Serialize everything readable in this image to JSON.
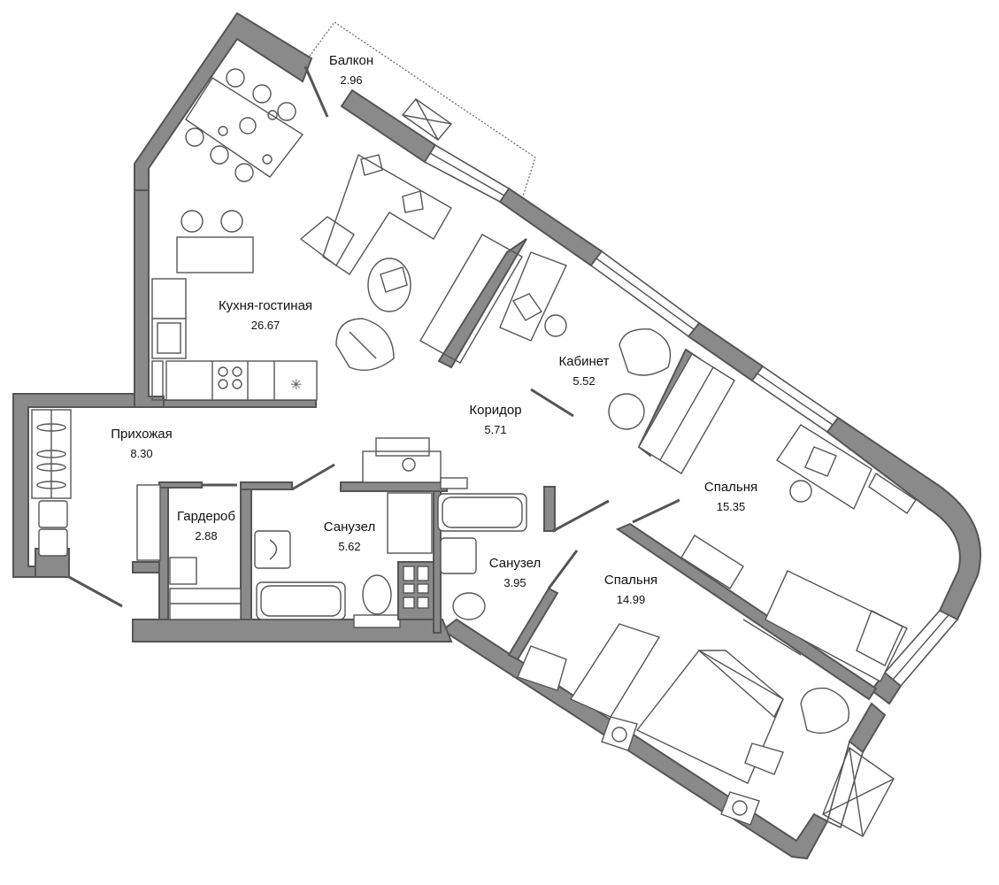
{
  "plan": {
    "type": "apartment floor plan",
    "colors": {
      "wall_fill": "#8a8a8a",
      "wall_stroke": "#555555",
      "line": "#555555",
      "background": "#ffffff",
      "text": "#111111"
    },
    "rooms": [
      {
        "id": "balcony",
        "name": "Балкон",
        "area": "2.96"
      },
      {
        "id": "kitchen-living",
        "name": "Кухня-гостиная",
        "area": "26.67"
      },
      {
        "id": "study",
        "name": "Кабинет",
        "area": "5.52"
      },
      {
        "id": "corridor",
        "name": "Коридор",
        "area": "5.71"
      },
      {
        "id": "hallway",
        "name": "Прихожая",
        "area": "8.30"
      },
      {
        "id": "wardrobe",
        "name": "Гардероб",
        "area": "2.88"
      },
      {
        "id": "bathroom-1",
        "name": "Санузел",
        "area": "5.62"
      },
      {
        "id": "bathroom-2",
        "name": "Санузел",
        "area": "3.95"
      },
      {
        "id": "bedroom-1",
        "name": "Спальня",
        "area": "15.35"
      },
      {
        "id": "bedroom-2",
        "name": "Спальня",
        "area": "14.99"
      }
    ],
    "icons": [
      "dining-table-icon",
      "sofa-icon",
      "armchair-icon",
      "coffee-table-icon",
      "kitchen-counter-icon",
      "stove-icon",
      "sink-icon",
      "bathtub-icon",
      "toilet-icon",
      "bed-icon",
      "desk-icon",
      "laptop-icon",
      "office-chair-icon",
      "closet-icon",
      "washing-machine-icon",
      "radiator-icon",
      "window-icon",
      "door-icon",
      "ventilation-icon"
    ]
  }
}
